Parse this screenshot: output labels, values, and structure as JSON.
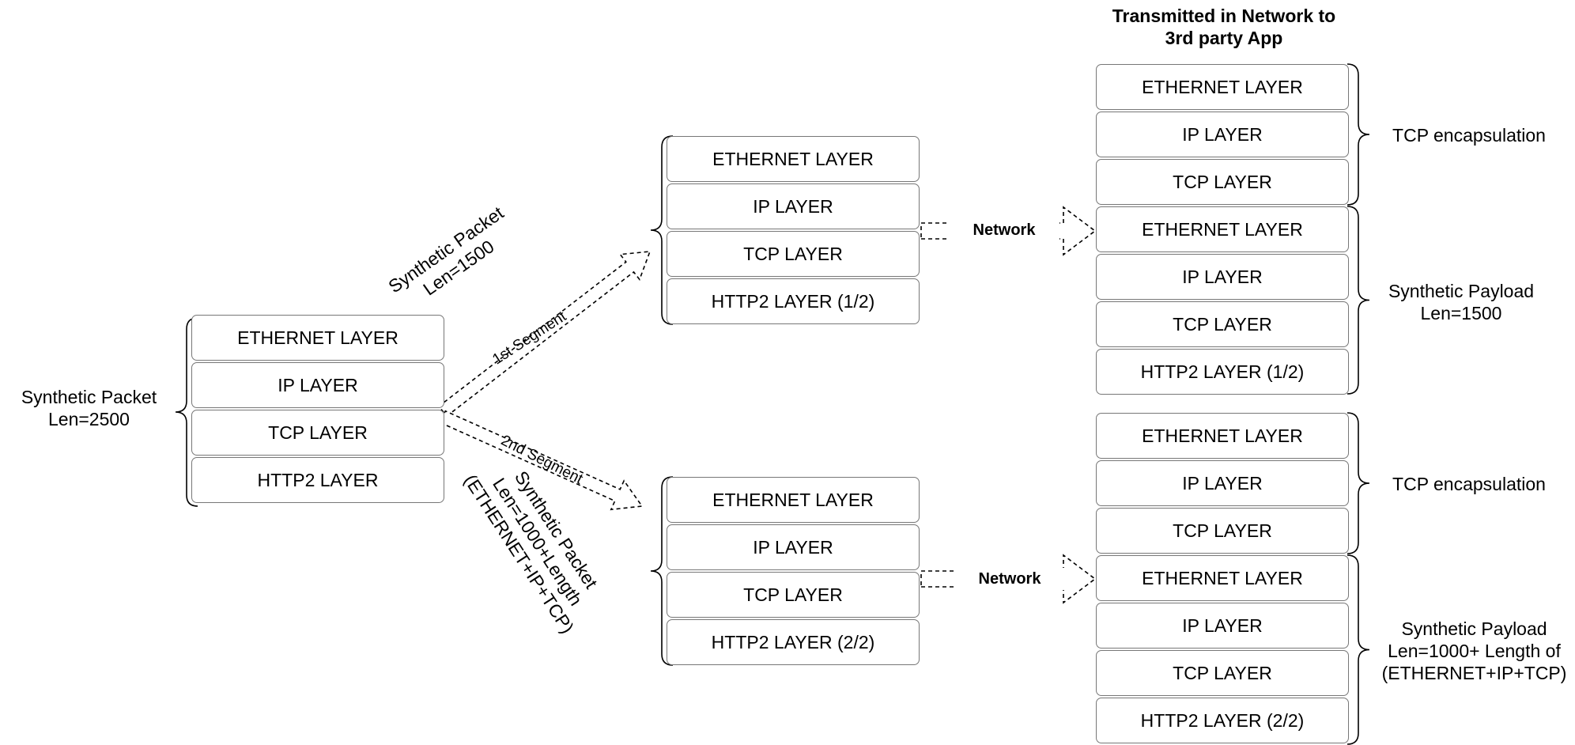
{
  "labels": {
    "header": "Transmitted in Network to\n3rd party App",
    "source": "Synthetic Packet\nLen=2500",
    "seg1_packet": "Synthetic Packet\nLen=1500",
    "seg1": "1st Segment",
    "seg2": "2nd Segment",
    "seg2_packet": "Synthetic Packet\nLen=1000+Length\n(ETHERNET+IP+TCP)",
    "network": "Network",
    "tcp_encap": "TCP encapsulation",
    "payload1": "Synthetic Payload\nLen=1500",
    "payload2": "Synthetic Payload\nLen=1000+ Length of\n(ETHERNET+IP+TCP)"
  },
  "stacks": {
    "source": [
      "ETHERNET LAYER",
      "IP LAYER",
      "TCP LAYER",
      "HTTP2 LAYER"
    ],
    "seg1": [
      "ETHERNET LAYER",
      "IP LAYER",
      "TCP LAYER",
      "HTTP2 LAYER (1/2)"
    ],
    "seg2": [
      "ETHERNET LAYER",
      "IP LAYER",
      "TCP LAYER",
      "HTTP2 LAYER (2/2)"
    ],
    "out1": [
      "ETHERNET LAYER",
      "IP LAYER",
      "TCP LAYER",
      "ETHERNET LAYER",
      "IP LAYER",
      "TCP LAYER",
      "HTTP2 LAYER (1/2)"
    ],
    "out2": [
      "ETHERNET LAYER",
      "IP LAYER",
      "TCP LAYER",
      "ETHERNET LAYER",
      "IP LAYER",
      "TCP LAYER",
      "HTTP2 LAYER (2/2)"
    ]
  }
}
